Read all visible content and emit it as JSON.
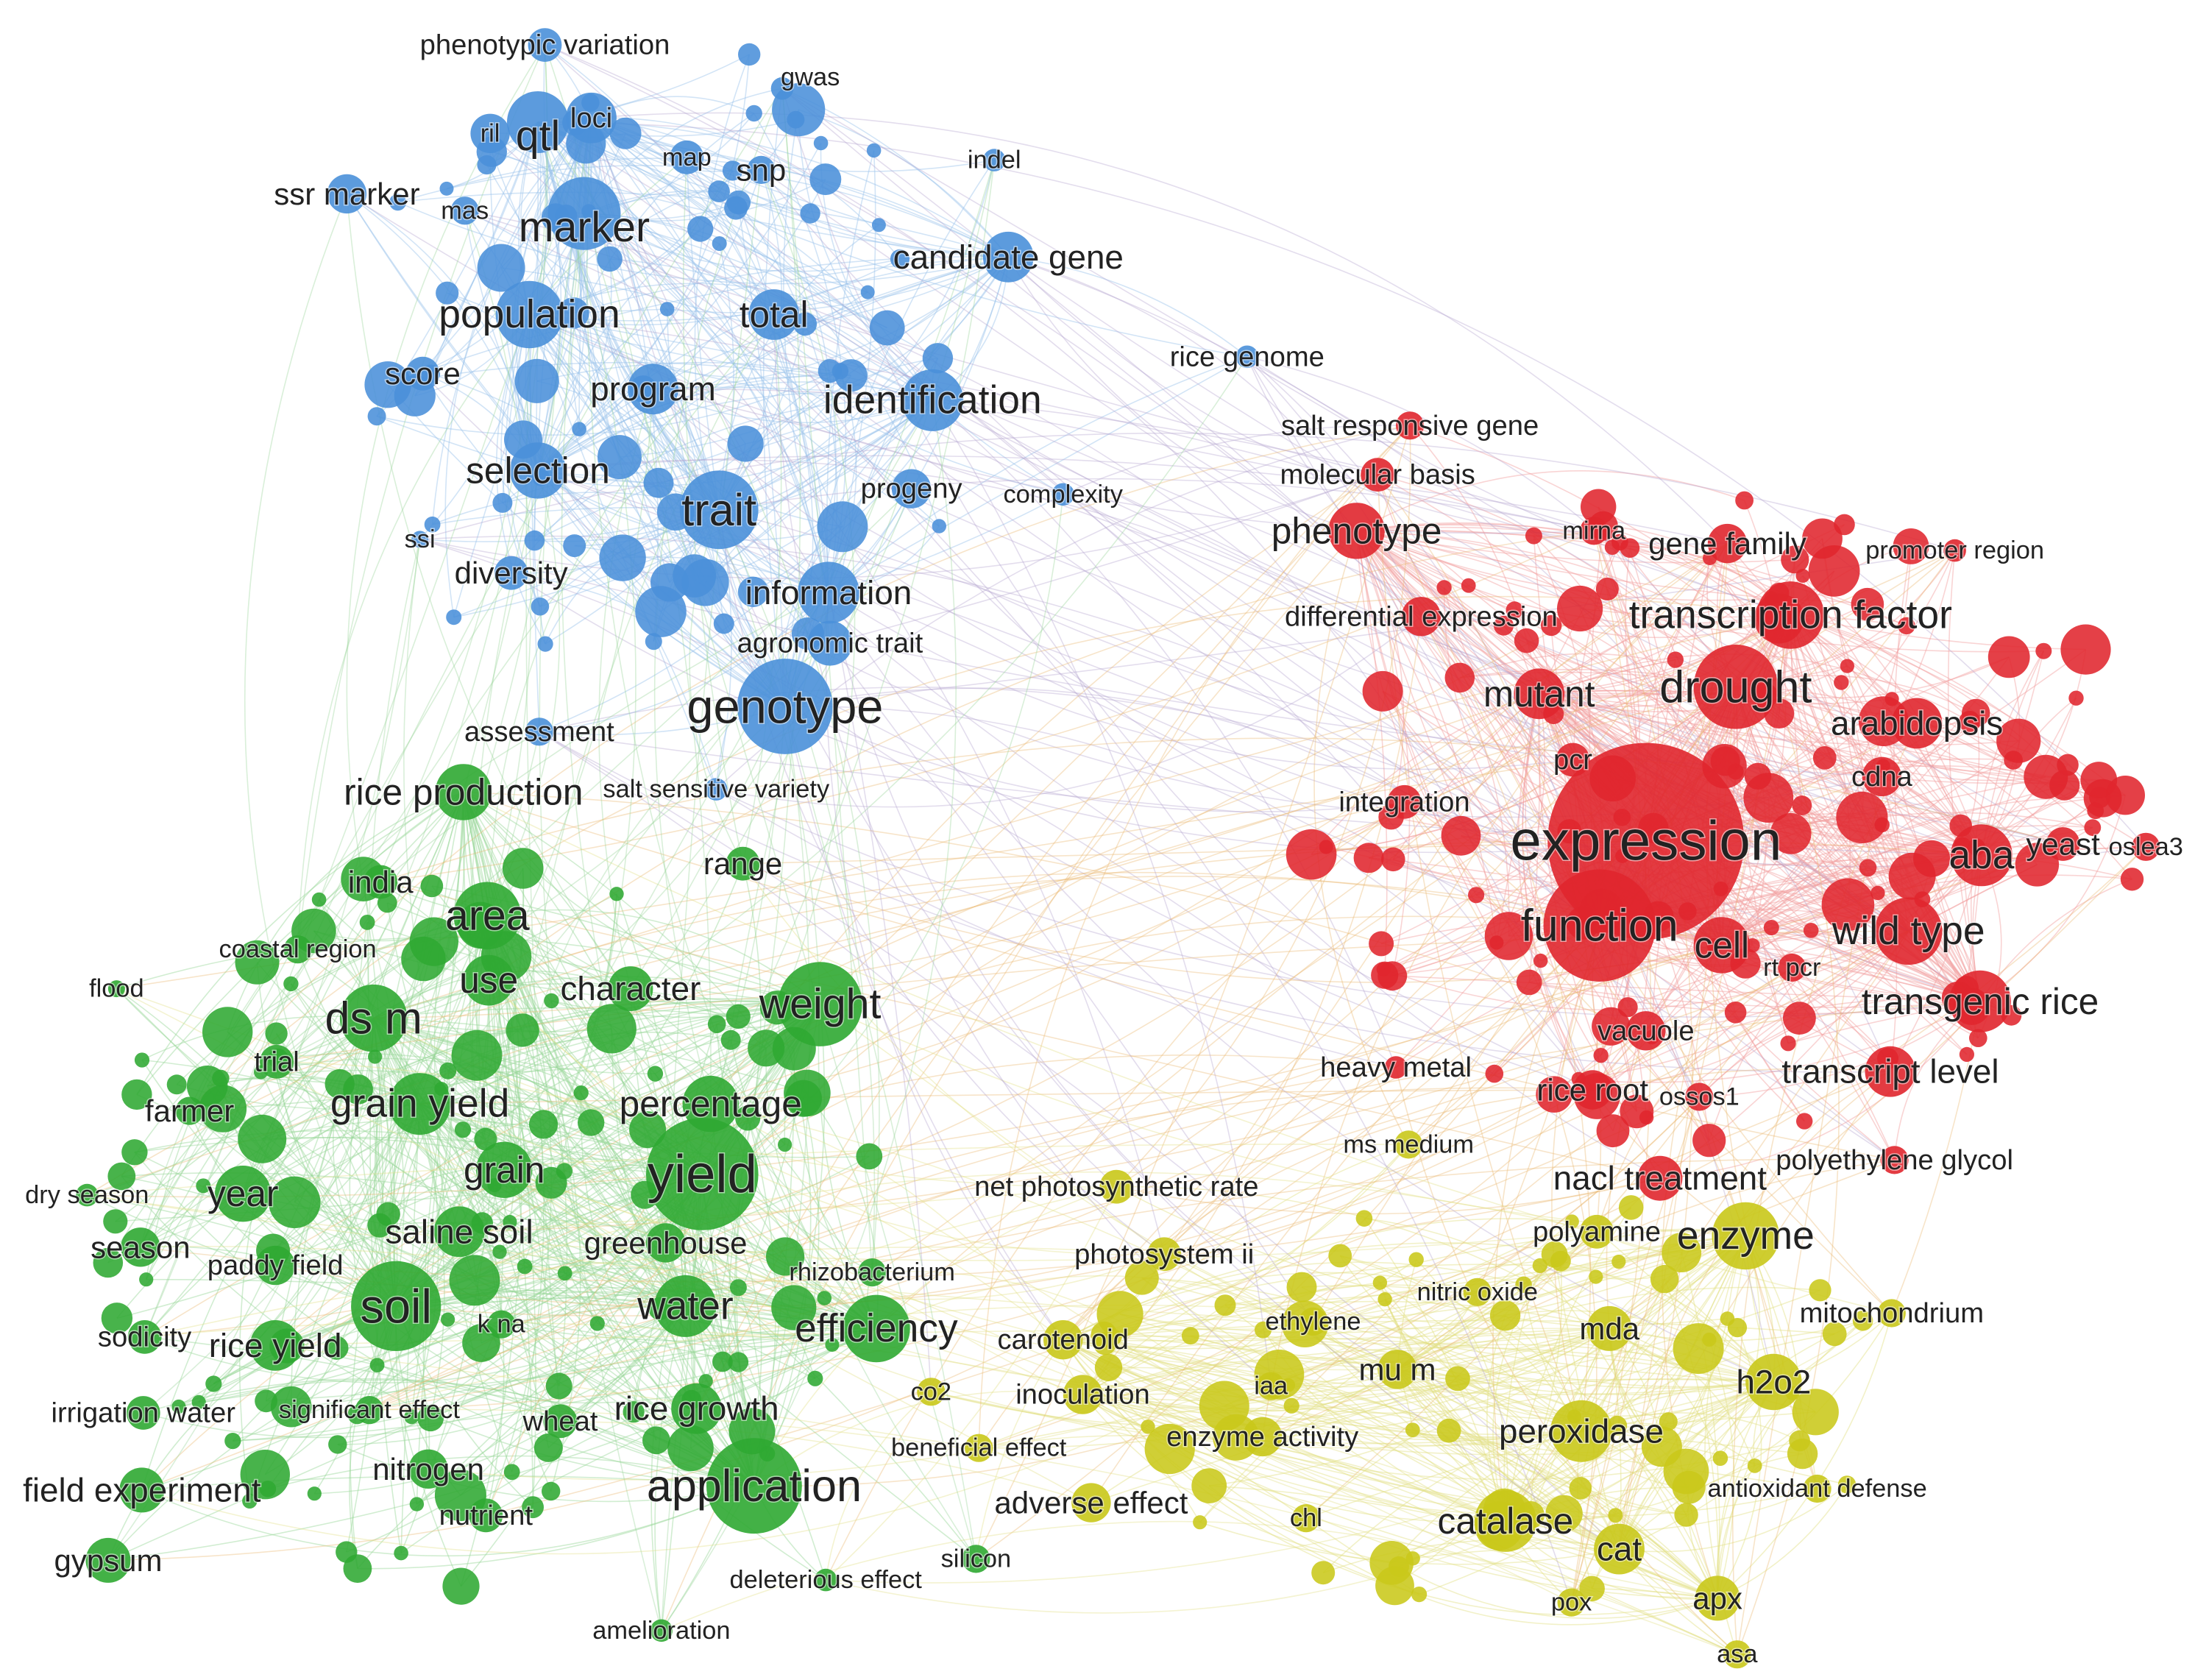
{
  "colors": {
    "blue": "#4a90d9",
    "red": "#e0262e",
    "green": "#2fa832",
    "yellow": "#c9c81a",
    "edge_blue": "#9cc4ec",
    "edge_red": "#f19f9f",
    "edge_green": "#9ad69a",
    "edge_yellow": "#e3df86",
    "edge_purple": "#b6a6cf",
    "edge_orange": "#e9b871"
  },
  "clusters": [
    {
      "id": "blue",
      "terms": [
        "phenotypic variation",
        "gwas",
        "ril",
        "qtl",
        "loci",
        "map",
        "snp",
        "indel",
        "ssr marker",
        "mas",
        "marker",
        "candidate gene",
        "population",
        "total",
        "score",
        "program",
        "identification",
        "selection",
        "progeny",
        "complexity",
        "trait",
        "ssi",
        "diversity",
        "information",
        "agronomic trait",
        "genotype",
        "assessment",
        "salt sensitive variety",
        "rice genome"
      ]
    },
    {
      "id": "red",
      "terms": [
        "salt responsive gene",
        "molecular basis",
        "phenotype",
        "mirna",
        "gene family",
        "promoter region",
        "differential expression",
        "transcription factor",
        "drought",
        "mutant",
        "arabidopsis",
        "pcr",
        "cdna",
        "integration",
        "expression",
        "yeast",
        "oslea3",
        "aba",
        "function",
        "cell",
        "wild type",
        "rt pcr",
        "transgenic rice",
        "vacuole",
        "heavy metal",
        "rice root",
        "ossos1",
        "transcript level",
        "polyethylene glycol",
        "nacl treatment"
      ]
    },
    {
      "id": "green",
      "terms": [
        "rice production",
        "range",
        "india",
        "area",
        "coastal region",
        "flood",
        "use",
        "character",
        "ds m",
        "weight",
        "trial",
        "farmer",
        "grain yield",
        "percentage",
        "grain",
        "yield",
        "dry season",
        "year",
        "saline soil",
        "season",
        "paddy field",
        "greenhouse",
        "rhizobacterium",
        "soil",
        "k na",
        "water",
        "efficiency",
        "sodicity",
        "rice yield",
        "irrigation water",
        "significant effect",
        "wheat",
        "rice growth",
        "nitrogen",
        "field experiment",
        "application",
        "nutrient",
        "gypsum",
        "silicon",
        "deleterious effect",
        "amelioration"
      ]
    },
    {
      "id": "yellow",
      "terms": [
        "ms medium",
        "net photosynthetic rate",
        "photosystem ii",
        "polyamine",
        "enzyme",
        "nitric oxide",
        "mitochondrium",
        "ethylene",
        "carotenoid",
        "mda",
        "mu m",
        "iaa",
        "co2",
        "inoculation",
        "h2o2",
        "enzyme activity",
        "beneficial effect",
        "peroxidase",
        "antioxidant defense",
        "adverse effect",
        "chl",
        "catalase",
        "cat",
        "apx",
        "pox",
        "asa"
      ]
    }
  ]
}
